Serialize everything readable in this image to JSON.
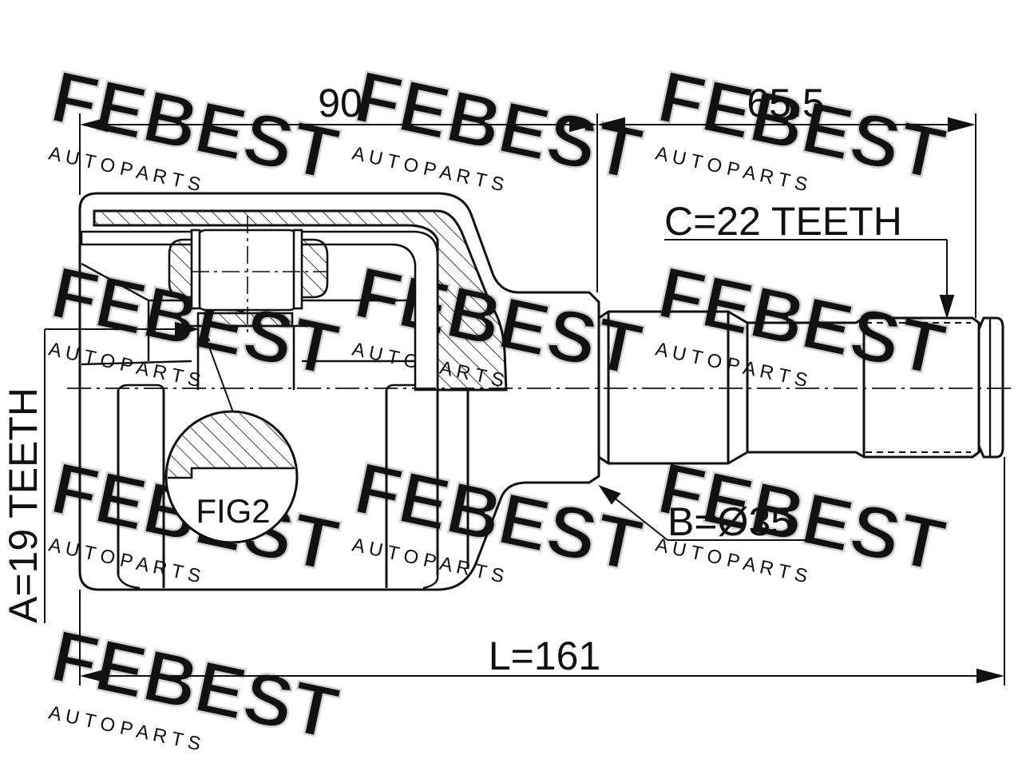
{
  "watermark": {
    "brand": "FEBEST",
    "tagline": "A U T O   P A R T S",
    "color": "#d2d2d2"
  },
  "colors": {
    "line": "#111111",
    "hatch": "#111111",
    "background": "#ffffff"
  },
  "dimensions": {
    "housing_length": "90",
    "shaft_length": "65.5",
    "total_length": "L=161",
    "outer_spline": "C=22 TEETH",
    "inner_spline": "A=19 TEETH",
    "seal_diameter": "B=Ø35"
  },
  "detail": {
    "label": "FIG2"
  }
}
